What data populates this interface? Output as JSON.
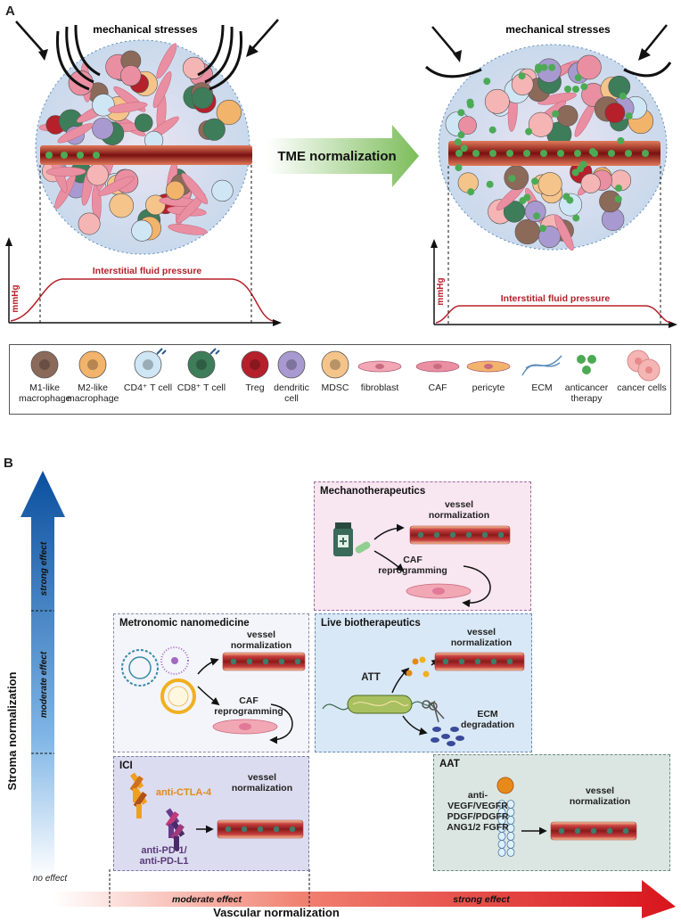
{
  "panel_a": {
    "letter": "A",
    "left_title": "mechanical stresses",
    "right_title": "mechanical stresses",
    "arrow_label": "TME normalization",
    "y_axis_label": "mmHg",
    "left_curve_label": "Interstitial fluid pressure",
    "right_curve_label": "Interstitial fluid pressure"
  },
  "legend": [
    {
      "label": "M1-like macrophage",
      "icon": "m1-macrophage",
      "color": "#8b6a5a"
    },
    {
      "label": "M2-like macrophage",
      "icon": "m2-macrophage",
      "color": "#f2b36b"
    },
    {
      "label": "CD4⁺ T cell",
      "icon": "cd4-t-cell",
      "color": "#cfe6f5"
    },
    {
      "label": "CD8⁺ T cell",
      "icon": "cd8-t-cell",
      "color": "#3e7d5a"
    },
    {
      "label": "Treg",
      "icon": "treg",
      "color": "#b5202a"
    },
    {
      "label": "dendritic cell",
      "icon": "dendritic-cell",
      "color": "#a89ad0"
    },
    {
      "label": "MDSC",
      "icon": "mdsc",
      "color": "#f5c48a"
    },
    {
      "label": "fibroblast",
      "icon": "fibroblast",
      "color": "#f2a7b4"
    },
    {
      "label": "CAF",
      "icon": "caf",
      "color": "#ea8fa2"
    },
    {
      "label": "pericyte",
      "icon": "pericyte",
      "color": "#f2b36b"
    },
    {
      "label": "ECM",
      "icon": "ecm",
      "color": "#5b8bb8"
    },
    {
      "label": "anticancer therapy",
      "icon": "anticancer-therapy",
      "color": "#4caa55"
    },
    {
      "label": "cancer cells",
      "icon": "cancer-cells",
      "color": "#f5b5b5"
    }
  ],
  "panel_b": {
    "letter": "B",
    "y_axis_label": "Stroma normalization",
    "x_axis_label": "Vascular normalization",
    "y_levels": {
      "strong": "strong effect",
      "moderate": "moderate effect"
    },
    "x_levels": {
      "none": "no effect",
      "moderate": "moderate effect",
      "strong": "strong effect"
    },
    "boxes": {
      "mechanotherapeutics": {
        "title": "Mechanotherapeutics",
        "vessel": "vessel normalization",
        "caf": "CAF reprogramming"
      },
      "metronomic": {
        "title": "Metronomic nanomedicine",
        "vessel": "vessel normalization",
        "caf": "CAF reprogramming"
      },
      "live": {
        "title": "Live biotherapeutics",
        "vessel": "vessel normalization",
        "att": "ATT",
        "ecm": "ECM degradation"
      },
      "ici": {
        "title": "ICI",
        "ctla4": "anti-CTLA-4",
        "pd1": "anti-PD-1/ anti-PD-L1",
        "vessel": "vessel normalization"
      },
      "aat": {
        "title": "AAT",
        "targets": "anti- VEGF/VEGFR PDGF/PDGFR ANG1/2 FGFR",
        "vessel": "vessel normalization"
      }
    }
  }
}
